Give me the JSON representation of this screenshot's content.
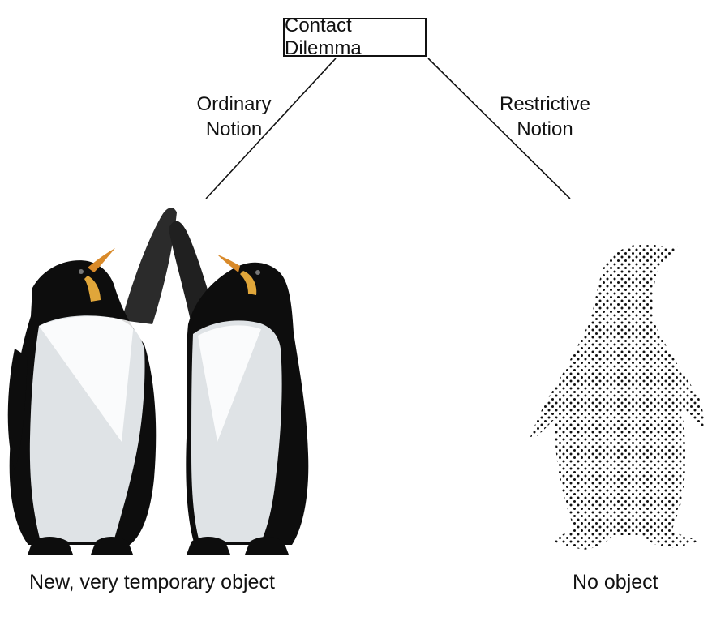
{
  "diagram": {
    "root": {
      "label": "Contact Dilemma"
    },
    "branches": [
      {
        "label_line1": "Ordinary",
        "label_line2": "Notion",
        "result": "New, very temporary object"
      },
      {
        "label_line1": "Restrictive",
        "label_line2": "Notion",
        "result": "No object"
      }
    ]
  }
}
